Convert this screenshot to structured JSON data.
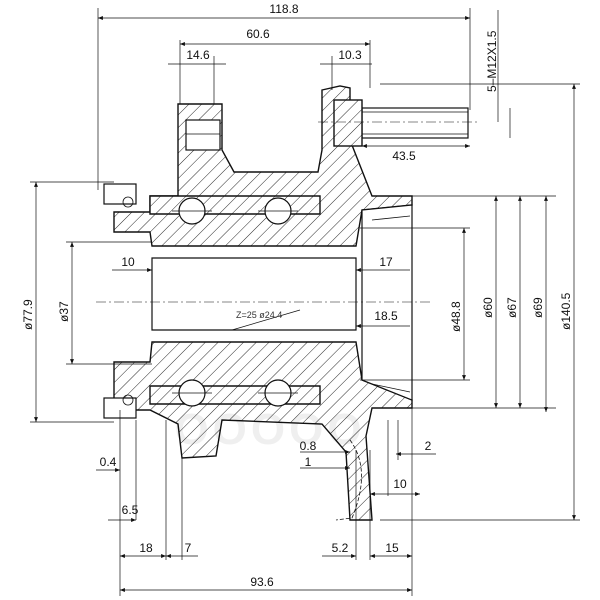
{
  "drawing": {
    "dimensions": {
      "overall_width": "118.8",
      "flange_span": "60.6",
      "stud_offset": "10.3",
      "thread": "5–M12X1.5",
      "bolt_hole": "14.6",
      "stud_length": "43.5",
      "bore_depth": "10",
      "spline_dia": "ø37",
      "outer_dia": "ø77.9",
      "recess_depth": "17",
      "recess_depth_2": "18.5",
      "pilot_dia": "ø48.8",
      "hub_dia_1": "ø60",
      "hub_dia_2": "ø67",
      "hub_dia_3": "ø69",
      "pcd_dia": "ø140.5",
      "spline_spec": "Z=25 ø24.4",
      "gap_1": "0.8",
      "gap_2": "1",
      "gap_3": "2",
      "gap_4": "10",
      "seal_offset": "0.4",
      "seal_width": "6.5",
      "bearing_width": "18",
      "bearing_offset": "7",
      "flange_offset": "5.2",
      "flange_width": "15",
      "overall_length": "93.6"
    },
    "watermark": "OOOOO"
  }
}
